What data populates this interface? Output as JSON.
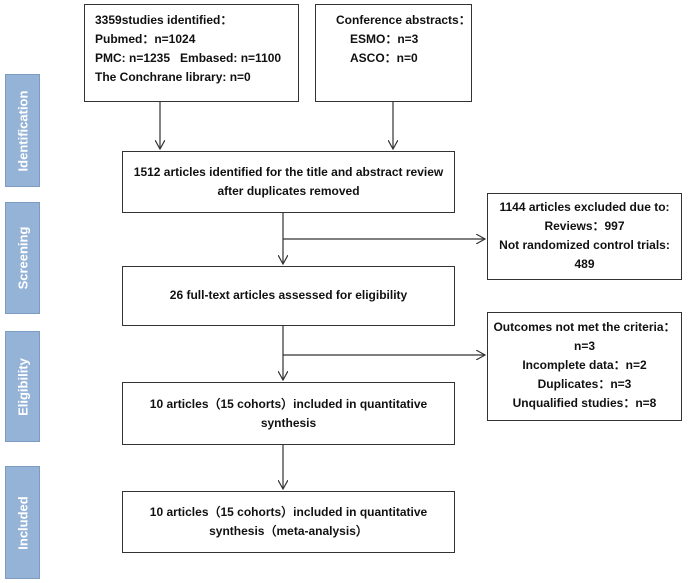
{
  "stages": {
    "identification": "Identification",
    "screening": "Screening",
    "eligibility": "Eligibility",
    "included": "Included"
  },
  "databases_box": {
    "line1": "3359studies identified：",
    "line2": "Pubmed：n=1024",
    "line3": "PMC: n=1235   Embased: n=1100",
    "line4": "The Conchrane library: n=0"
  },
  "conference_box": {
    "line1": "Conference abstracts：",
    "line2": "ESMO：n=3",
    "line3": "ASCO：n=0"
  },
  "identified_box": {
    "line1": "1512 articles identified for the title and abstract review",
    "line2": "after duplicates removed"
  },
  "excluded_box": {
    "line1": "1144 articles excluded due to:",
    "line2": "Reviews：997",
    "line3": "Not randomized control trials:",
    "line4": "489"
  },
  "fulltext_box": {
    "line1": "26 full-text articles assessed for eligibility"
  },
  "criteria_box": {
    "line1": "Outcomes not met the criteria：",
    "line2": "n=3",
    "line3": "Incomplete data：n=2",
    "line4": "Duplicates：n=3",
    "line5": "Unqualified studies：n=8"
  },
  "quantitative_box": {
    "line1": "10 articles（15 cohorts）included in quantitative",
    "line2": "synthesis"
  },
  "meta_box": {
    "line1": "10 articles（15 cohorts）included in quantitative",
    "line2": "synthesis（meta-analysis）"
  }
}
